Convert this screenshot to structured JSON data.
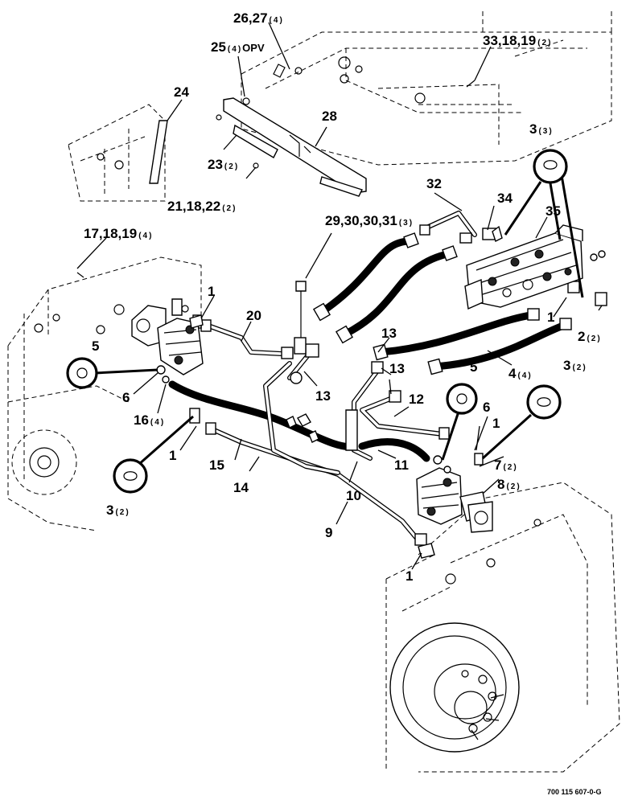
{
  "figure_id": "700 115 607-0-G",
  "callouts": {
    "c26_27": {
      "text": "26,27",
      "qty": "(4)"
    },
    "c25": {
      "text": "25",
      "qty": "(4)",
      "suffix": "OPV"
    },
    "c33_18_19": {
      "text": "33,18,19",
      "qty": "(2)"
    },
    "c24": {
      "text": "24"
    },
    "c28": {
      "text": "28"
    },
    "c23": {
      "text": "23",
      "qty": "(2)"
    },
    "c21_18_22": {
      "text": "21,18,22",
      "qty": "(2)"
    },
    "c3_top": {
      "text": "3",
      "qty": "(3)"
    },
    "c32": {
      "text": "32"
    },
    "c34": {
      "text": "34"
    },
    "c35": {
      "text": "35"
    },
    "c29_30_30_31": {
      "text": "29,30,30,31",
      "qty": "(3)"
    },
    "c17_18_19": {
      "text": "17,18,19",
      "qty": "(4)"
    },
    "c1_a": {
      "text": "1"
    },
    "c20": {
      "text": "20"
    },
    "c1_b": {
      "text": "1"
    },
    "c2": {
      "text": "2",
      "qty": "(2)"
    },
    "c13_a": {
      "text": "13"
    },
    "c13_b": {
      "text": "13"
    },
    "c13_c": {
      "text": "13"
    },
    "c4": {
      "text": "4",
      "qty": "(4)"
    },
    "c3_right": {
      "text": "3",
      "qty": "(2)"
    },
    "c5_left": {
      "text": "5"
    },
    "c6_left": {
      "text": "6"
    },
    "c16": {
      "text": "16",
      "qty": "(4)"
    },
    "c5_right": {
      "text": "5"
    },
    "c6_right": {
      "text": "6"
    },
    "c12": {
      "text": "12"
    },
    "c1_c": {
      "text": "1"
    },
    "c1_d": {
      "text": "1"
    },
    "c7": {
      "text": "7",
      "qty": "(2)"
    },
    "c8": {
      "text": "8",
      "qty": "(2)"
    },
    "c15": {
      "text": "15"
    },
    "c14": {
      "text": "14"
    },
    "c11": {
      "text": "11"
    },
    "c3_left": {
      "text": "3",
      "qty": "(2)"
    },
    "c10": {
      "text": "10"
    },
    "c9": {
      "text": "9"
    },
    "c1_e": {
      "text": "1"
    }
  }
}
